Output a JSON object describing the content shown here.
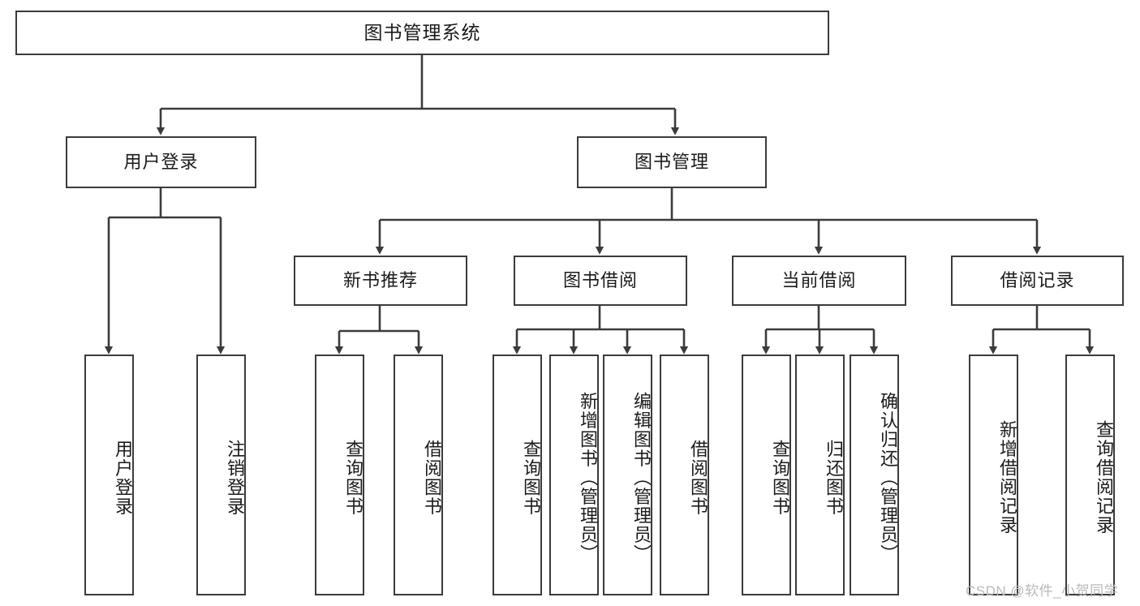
{
  "diagram": {
    "type": "tree",
    "title": "图书管理系统",
    "theme": {
      "background": "#ffffff",
      "box_border": "#3b3b3b",
      "box_fill": "#ffffff",
      "text": "#1b1b1b",
      "connector": "#3b3b3b",
      "watermark": "#b9b9b9"
    },
    "root": {
      "label": "图书管理系统"
    },
    "level2": [
      {
        "label": "用户登录"
      },
      {
        "label": "图书管理"
      }
    ],
    "level3": [
      {
        "label": "新书推荐"
      },
      {
        "label": "图书借阅"
      },
      {
        "label": "当前借阅"
      },
      {
        "label": "借阅记录"
      }
    ],
    "leaves": {
      "user_login": [
        {
          "label": "用户登录"
        },
        {
          "label": "注销登录"
        }
      ],
      "new_book": [
        {
          "label": "查询图书"
        },
        {
          "label": "借阅图书"
        }
      ],
      "book_borrow": [
        {
          "label": "查询图书"
        },
        {
          "label": "新增图书（管理员）"
        },
        {
          "label": "编辑图书（管理员）"
        },
        {
          "label": "借阅图书"
        }
      ],
      "current_borrow": [
        {
          "label": "查询图书"
        },
        {
          "label": "归还图书"
        },
        {
          "label": "确认归还（管理员）"
        }
      ],
      "borrow_record": [
        {
          "label": "新增借阅记录"
        },
        {
          "label": "查询借阅记录"
        }
      ]
    }
  },
  "watermark": {
    "text": "CSDN @软件_小贺同学"
  }
}
